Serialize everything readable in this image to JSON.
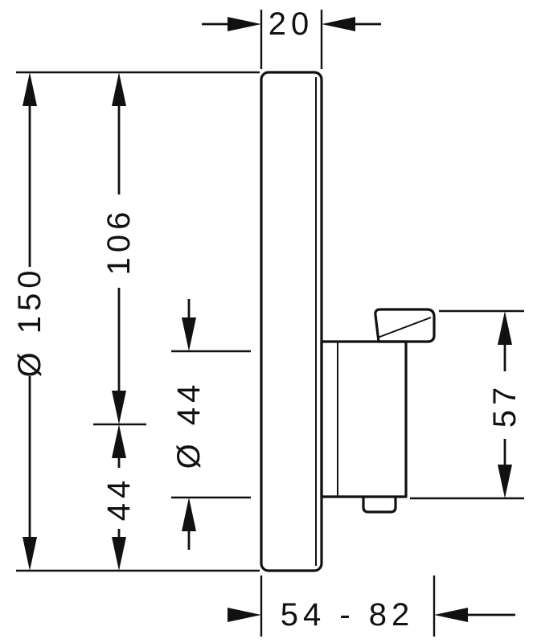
{
  "colors": {
    "background": "#ffffff",
    "ink": "#111111"
  },
  "dimensions": {
    "plate_thickness": "20",
    "plate_size": "Ø 150",
    "top_to_handle_center": "106",
    "handle_center_to_bottom": "44",
    "handle_sleeve_diameter": "Ø 44",
    "handle_height": "57",
    "installation_depth_range": "54 - 82"
  }
}
